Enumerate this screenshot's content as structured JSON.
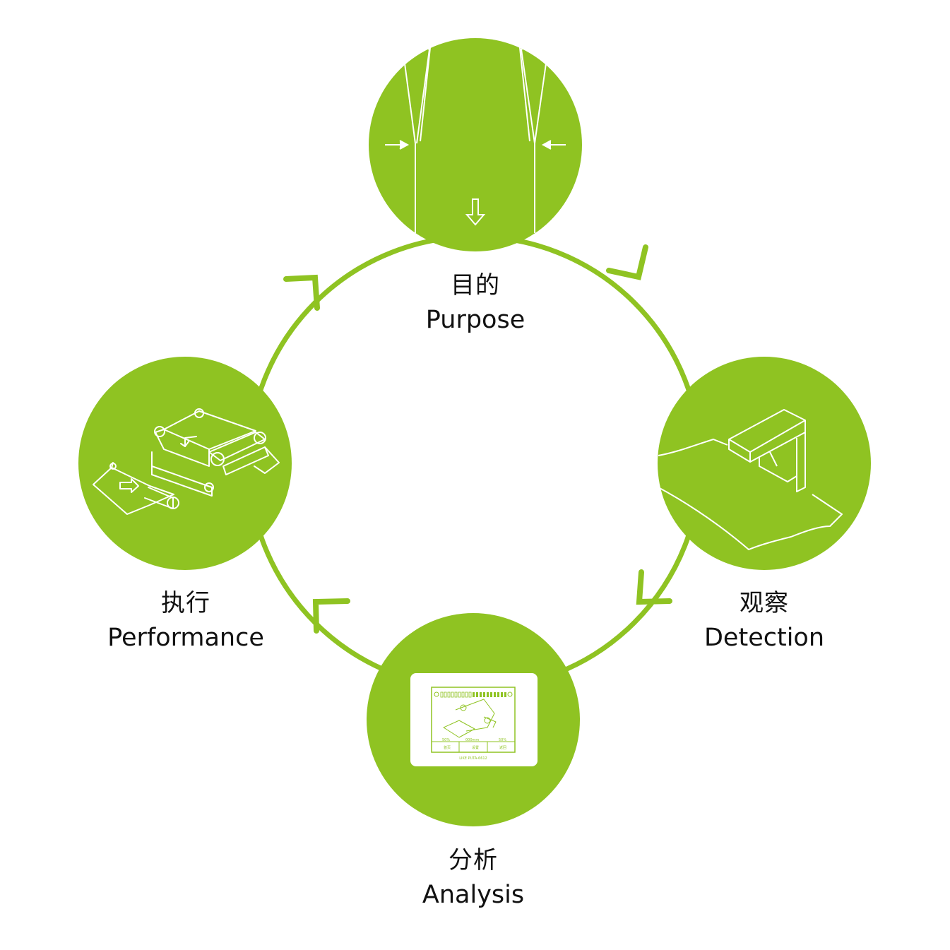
{
  "colors": {
    "green": "#8fc322",
    "white": "#ffffff",
    "text": "#111111"
  },
  "stages": {
    "purpose": {
      "zh": "目的",
      "en": "Purpose",
      "icon": "web-width-alignment-icon"
    },
    "detection": {
      "zh": "观察",
      "en": "Detection",
      "icon": "edge-sensor-icon"
    },
    "analysis": {
      "zh": "分析",
      "en": "Analysis",
      "icon": "controller-screen-icon"
    },
    "performance": {
      "zh": "执行",
      "en": "Performance",
      "icon": "roller-guide-machine-icon"
    }
  },
  "screen": {
    "left_value": "50%",
    "center_value": "000mm",
    "right_value": "50%",
    "btn_home": "首页",
    "btn_settings": "设置",
    "btn_back": "返回",
    "model": "LIKE PUTA-6612"
  }
}
